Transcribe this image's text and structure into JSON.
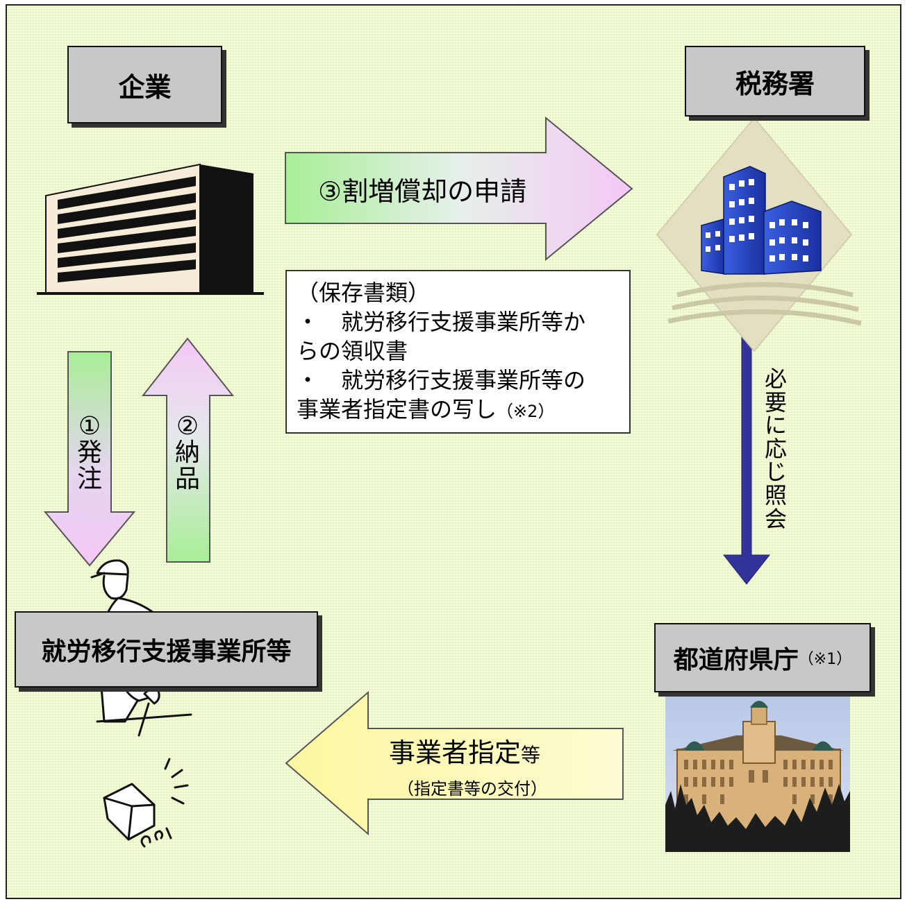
{
  "nodes": {
    "company": "企業",
    "tax_office": "税務署",
    "support_office": "就労移行支援事業所等",
    "prefecture": "都道府県庁",
    "prefecture_note": "（※1）"
  },
  "arrows": {
    "order": [
      "①",
      "発",
      "注"
    ],
    "delivery": [
      "②",
      "納",
      "品"
    ],
    "apply": "③割増償却の申請",
    "inquiry": [
      "必",
      "要",
      "に",
      "応",
      "じ",
      "照",
      "会"
    ],
    "designation": "事業者指定",
    "designation_suffix": "等",
    "designation_sub": "（指定書等の交付）"
  },
  "documents": {
    "title": "（保存書類）",
    "line1": "・　就労移行支援事業所等か",
    "line2": "らの領収書",
    "line3": "・　就労移行支援事業所等の",
    "line4": "事業者指定書の写し",
    "line4_note": "（※2）"
  },
  "colors": {
    "background": "#f3fbd9",
    "label_box": "#c8c8c8",
    "green": "#a8ee96",
    "pink": "#f3c8f5",
    "yellow": "#fbf8b4",
    "navy_arrow": "#333399"
  }
}
